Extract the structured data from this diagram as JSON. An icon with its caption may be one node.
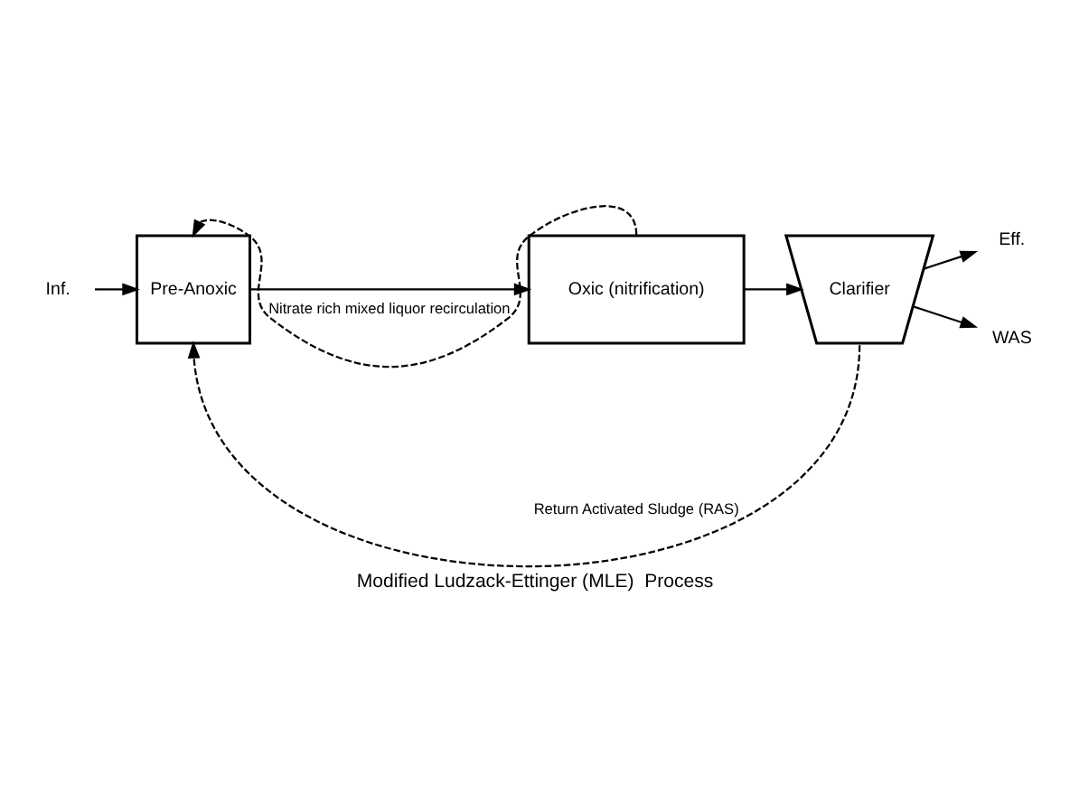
{
  "diagram": {
    "caption": "Modified Ludzack-Ettinger (MLE)  Process",
    "nodes": [
      {
        "text": [
          "Inf."
        ]
      },
      {
        "text": [
          "Pre-Anoxic"
        ]
      },
      {
        "text": [
          "Oxic (nitrification)"
        ]
      },
      {
        "text": [
          "Clarifier"
        ]
      },
      {
        "text": [
          "Eff."
        ]
      },
      {
        "text": [
          "WAS"
        ]
      }
    ],
    "edges": [
      {
        "from": 0,
        "to": 1,
        "arrow": "to"
      },
      {
        "from": 1,
        "to": 2,
        "arrow": "to"
      },
      {
        "from": 2,
        "to": 3,
        "arrow": "to"
      },
      {
        "from": 3,
        "to": 4,
        "arrow": "to"
      },
      {
        "from": 2,
        "to": 1,
        "arrow": "to",
        "style": "dashed",
        "label": "Nitrate rich mixed liquor recirculation"
      },
      {
        "from": 3,
        "to": 1,
        "arrow": "to",
        "style": "dashed",
        "label": "Return Activated Sludge (RAS)"
      },
      {
        "from": 3,
        "to": 5,
        "arrow": "to"
      }
    ]
  }
}
